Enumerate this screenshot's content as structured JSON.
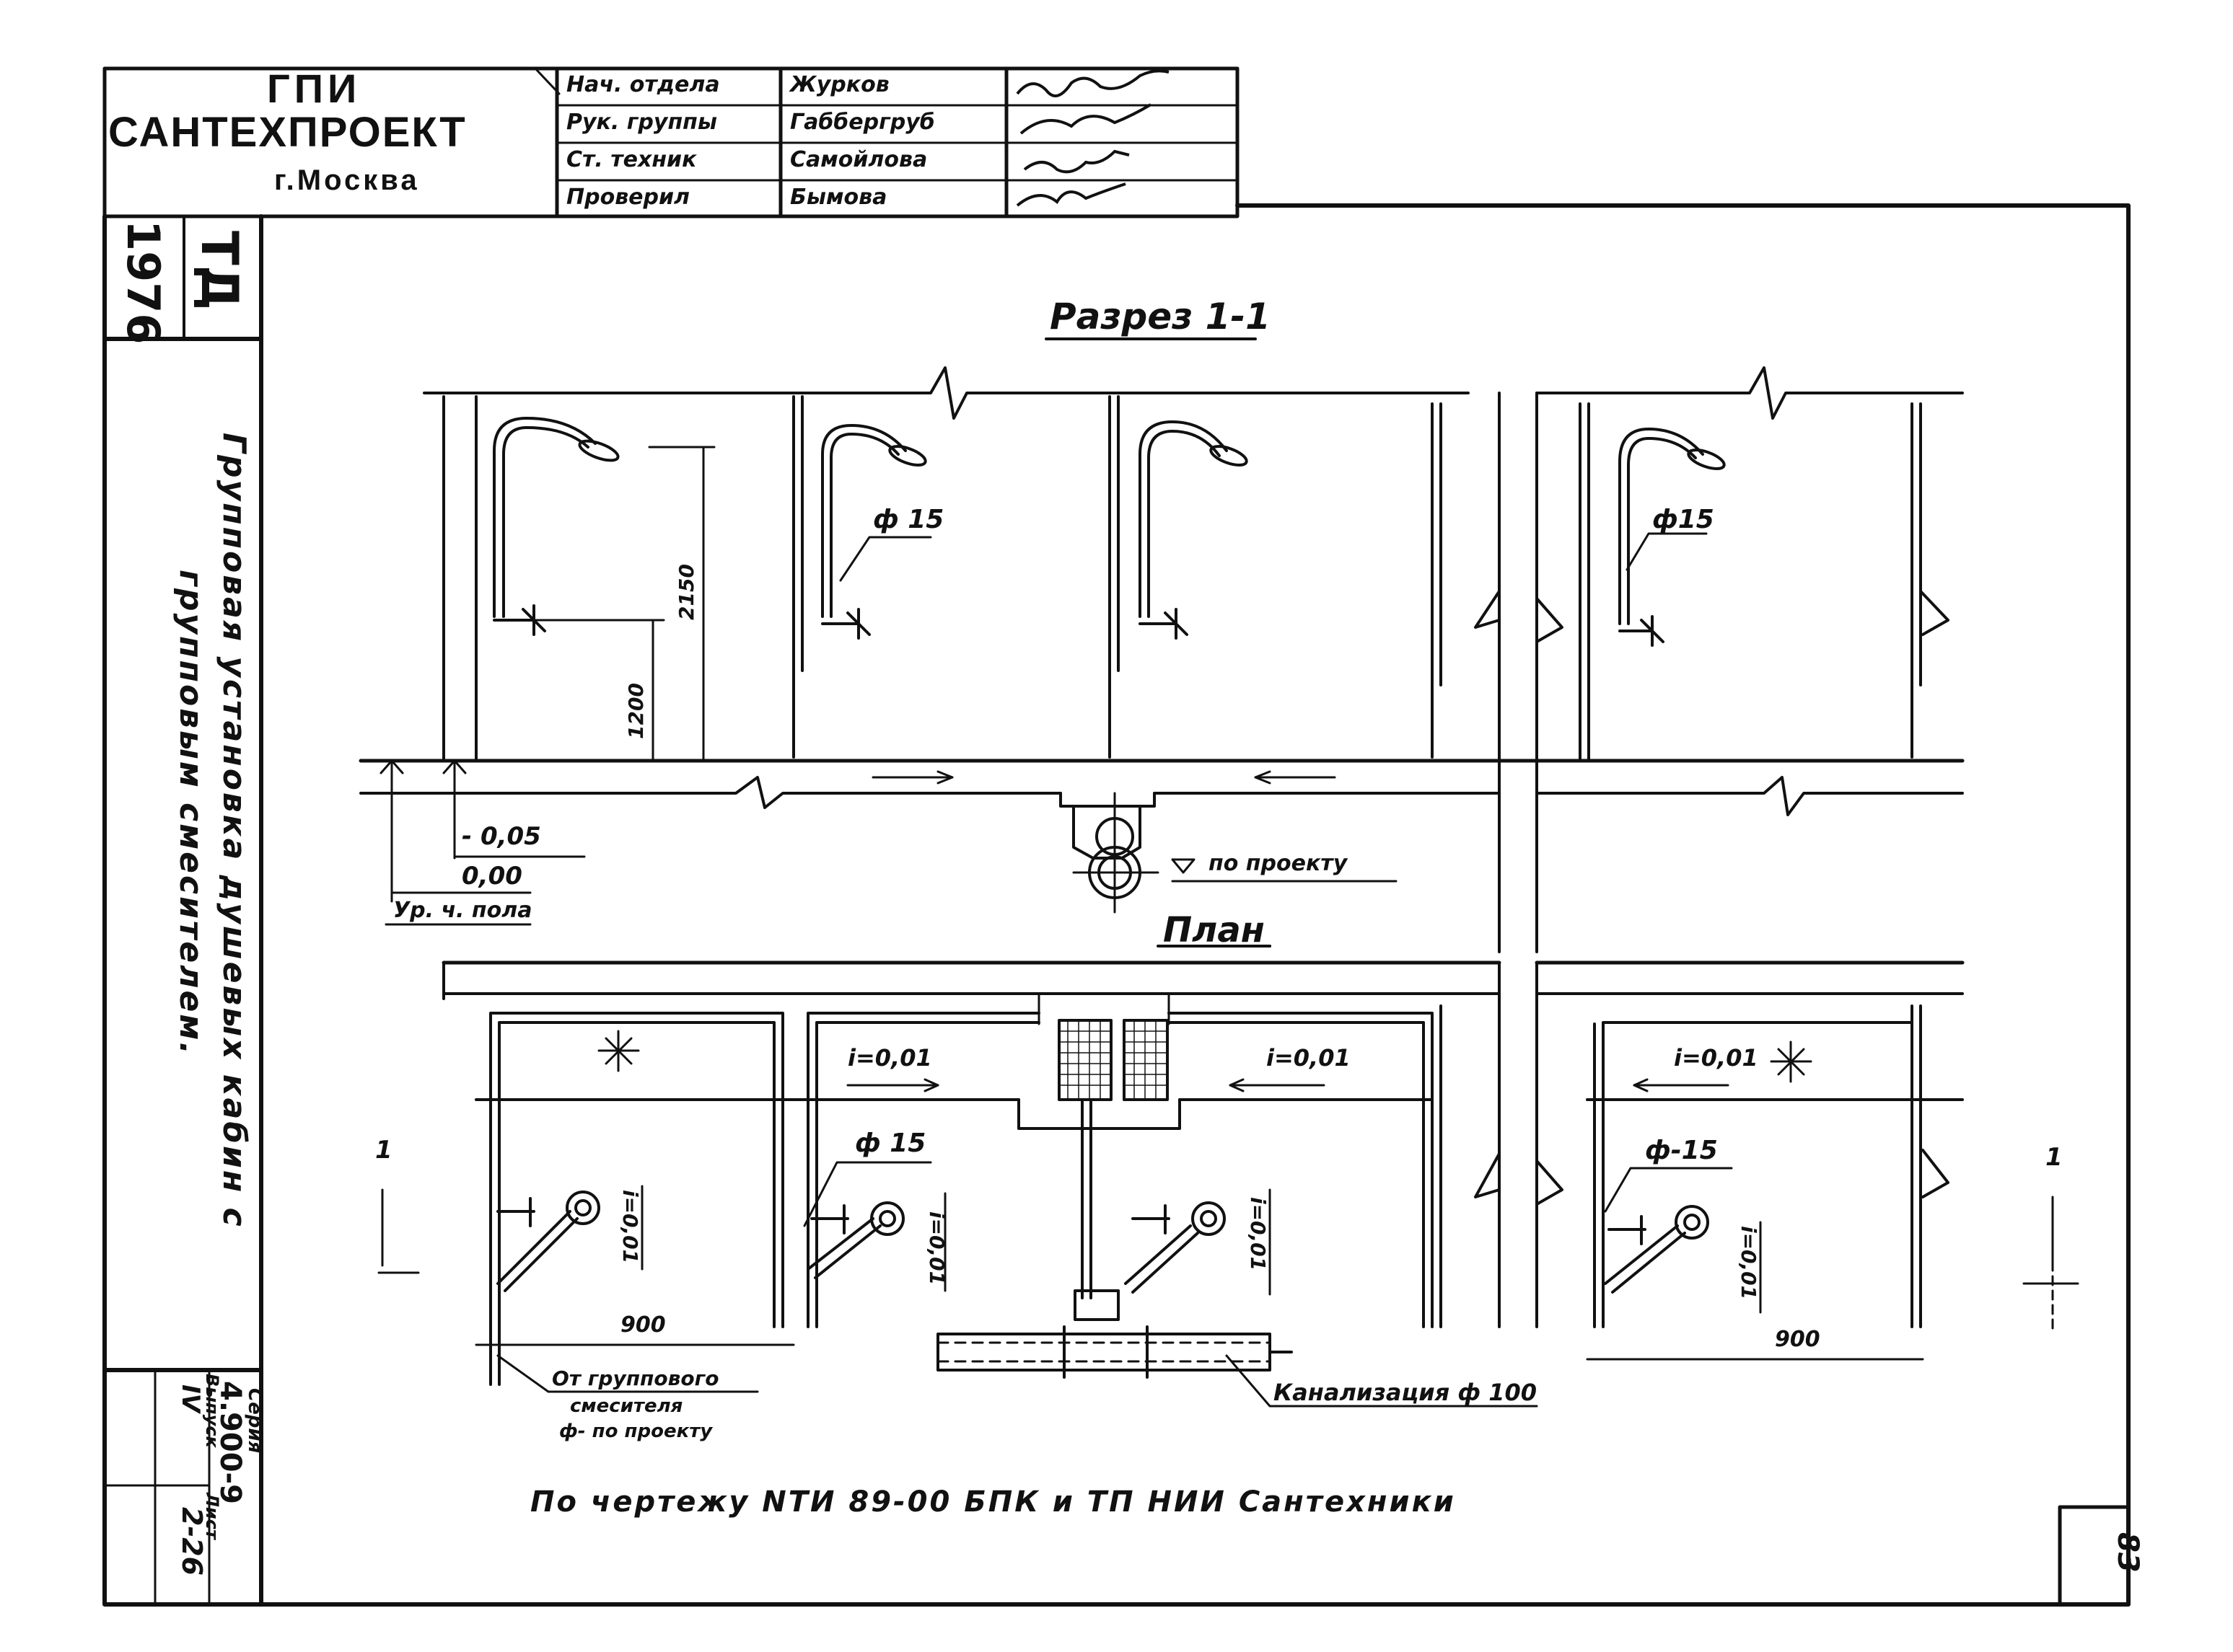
{
  "org": {
    "line1": "ГПИ",
    "line2": "САНТЕХПРОЕКТ",
    "city": "г.Москва"
  },
  "approvals": [
    {
      "role": "Нач. отдела",
      "name": "Журков"
    },
    {
      "role": "Рук. группы",
      "name": "Габбергруб"
    },
    {
      "role": "Ст. техник",
      "name": "Самойлова"
    },
    {
      "role": "Проверил",
      "name": "Бымова"
    }
  ],
  "side": {
    "code": "ТД",
    "year": "1976",
    "title_line1": "Групповая установка душевых кабин с",
    "title_line2": "групповым смесителем.",
    "series_label": "Серия",
    "series_value": "4.900-9",
    "issue_label": "Выпуск",
    "issue_value": "IV",
    "sheet_label": "Лист",
    "sheet_value": "2-26"
  },
  "section": {
    "title": "Разрез 1-1",
    "dia_1": "ф 15",
    "dia_2": "ф15",
    "dim_2150": "2150",
    "dim_1200": "1200",
    "level_1": "- 0,05",
    "level_2": "0,00",
    "floor_label": "Ур. ч. пола",
    "project_mark": "по проекту"
  },
  "plan": {
    "title": "План",
    "slope_1": "i=0,01",
    "slope_2": "i=0,01",
    "slope_3": "i=0,01",
    "slope_v1": "i=0,01",
    "slope_v2": "i=0,01",
    "slope_v3": "i=0,01",
    "slope_v4": "i=0,01",
    "dia_1": "ф 15",
    "dia_2": "ф-15",
    "dim_left": "900",
    "dim_right": "900",
    "note_line1": "От группового",
    "note_line2": "смесителя",
    "note_line3": "ф- по проекту",
    "sewer": "Канализация ф 100",
    "section_mark_left": "1",
    "section_mark_right": "1"
  },
  "footer": {
    "reference": "По чертежу NТИ 89-00  БПК и ТП НИИ Сантехники",
    "page_number": "83"
  },
  "colors": {
    "ink": "#111111",
    "paper": "#ffffff"
  }
}
